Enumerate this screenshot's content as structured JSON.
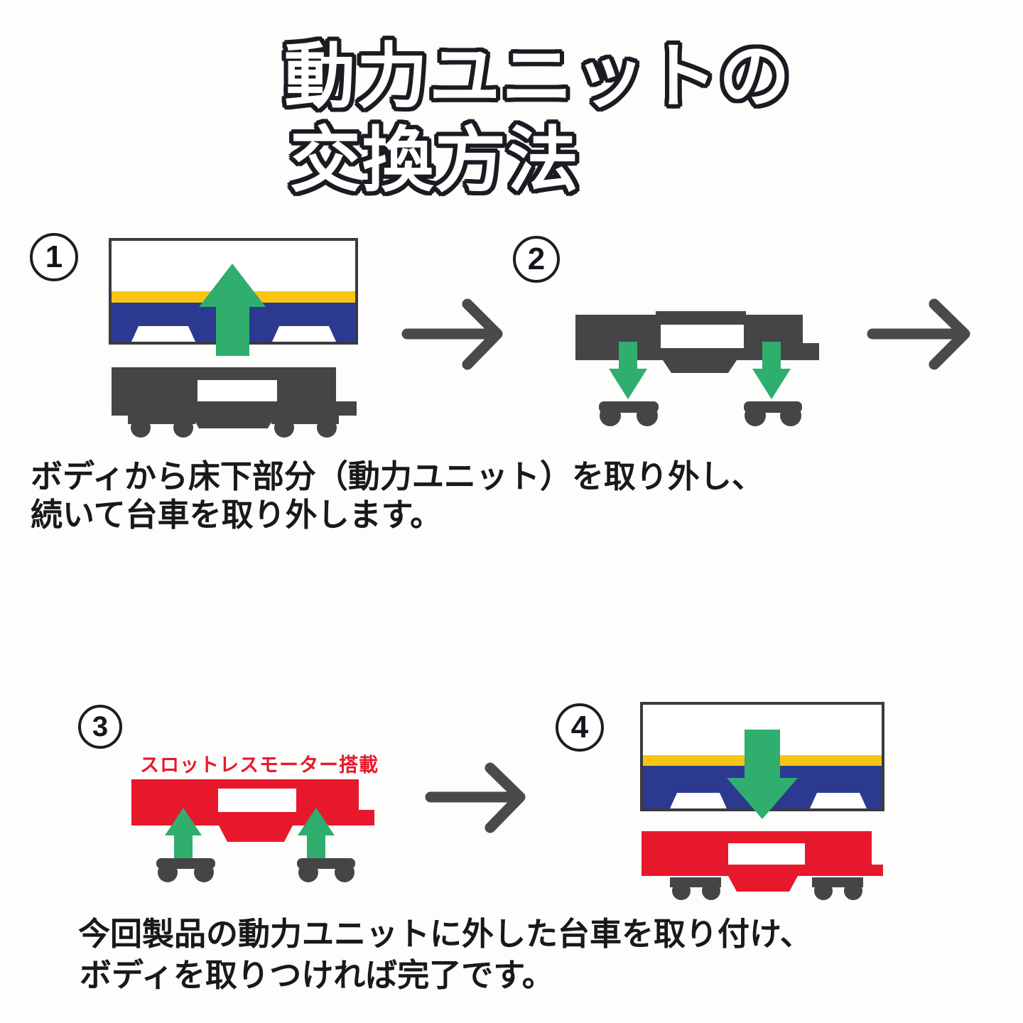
{
  "title": {
    "line1": "動力ユニットの",
    "line2": "交換方法"
  },
  "steps": [
    {
      "badge": "1"
    },
    {
      "badge": "2"
    },
    {
      "badge": "3",
      "motor_label": "スロットレスモーター搭載"
    },
    {
      "badge": "4"
    }
  ],
  "captions": {
    "remove_line1": "ボディから床下部分（動力ユニット）を取り外し、",
    "remove_line2": "続いて台車を取り外します。",
    "attach_line1": "今回製品の動力ユニットに外した台車を取り付け、",
    "attach_line2": "ボディを取りつければ完了です。"
  },
  "colors": {
    "body_blue": "#2b3990",
    "stripe_yellow": "#f8c513",
    "arrow_green": "#2fae6e",
    "chassis_gray": "#454547",
    "unit_red": "#e8182c",
    "flow_arrow_gray": "#4a4a4d",
    "outline_dark": "#3a3a40",
    "text_dark": "#191919"
  }
}
